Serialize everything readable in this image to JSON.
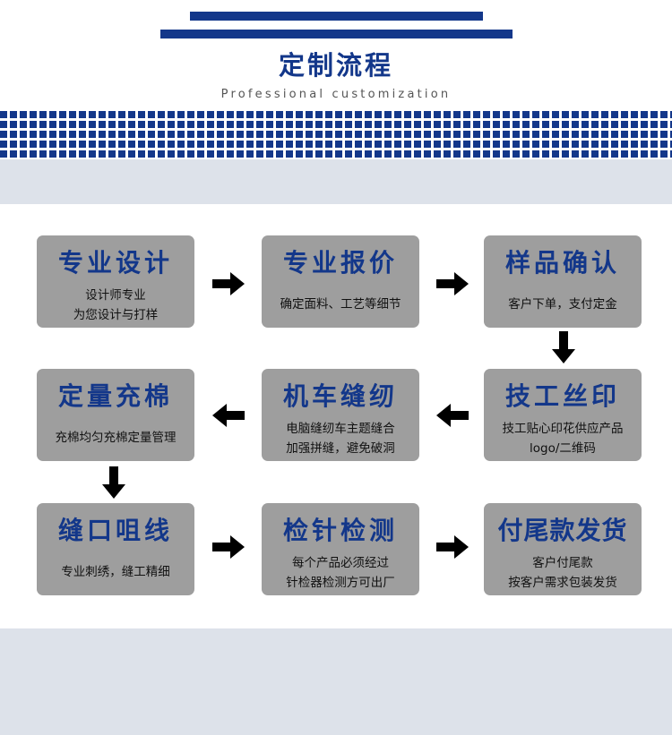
{
  "header": {
    "title": "定制流程",
    "subtitle": "Professional customization"
  },
  "colors": {
    "brand": "#13378a",
    "card": "#9e9e9e",
    "band": "#dde2ea",
    "arrow": "#000000"
  },
  "steps": [
    {
      "title": "专业设计",
      "desc": "设计师专业\n为您设计与打样"
    },
    {
      "title": "专业报价",
      "desc": "确定面料、工艺等细节"
    },
    {
      "title": "样品确认",
      "desc": "客户下单，支付定金"
    },
    {
      "title": "定量充棉",
      "desc": "充棉均匀充棉定量管理"
    },
    {
      "title": "机车缝纫",
      "desc": "电脑缝纫车主题缝合\n加强拼缝，避免破洞"
    },
    {
      "title": "技工丝印",
      "desc": "技工贴心印花供应产品\nlogo/二维码"
    },
    {
      "title": "缝口咀线",
      "desc": "专业刺绣，缝工精细"
    },
    {
      "title": "检针检测",
      "desc": "每个产品必须经过\n针检器检测方可出厂"
    },
    {
      "title": "付尾款发货",
      "desc": "客户付尾款\n按客户需求包装发货"
    }
  ]
}
